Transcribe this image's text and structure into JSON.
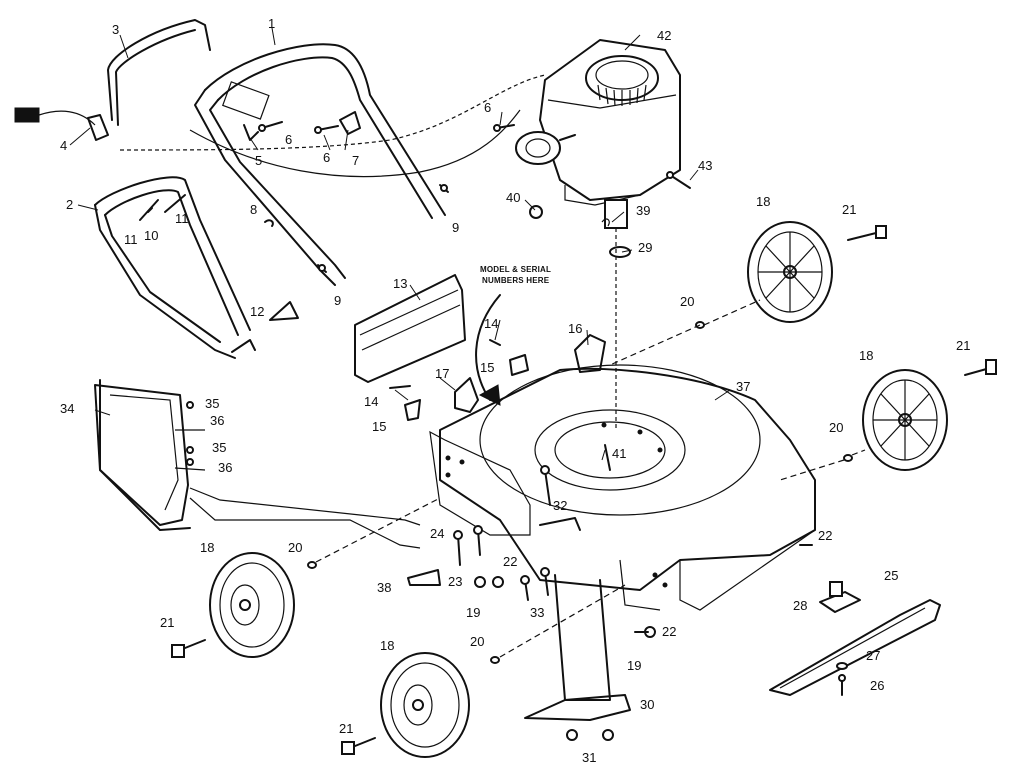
{
  "note": {
    "line1": "MODEL & SERIAL",
    "line2": "NUMBERS HERE"
  },
  "callouts": [
    {
      "id": "c1",
      "text": "1"
    },
    {
      "id": "c3",
      "text": "3"
    },
    {
      "id": "c2",
      "text": "2"
    },
    {
      "id": "c4",
      "text": "4"
    },
    {
      "id": "c5",
      "text": "5"
    },
    {
      "id": "c6a",
      "text": "6"
    },
    {
      "id": "c6b",
      "text": "6"
    },
    {
      "id": "c6c",
      "text": "6"
    },
    {
      "id": "c7",
      "text": "7"
    },
    {
      "id": "c8",
      "text": "8"
    },
    {
      "id": "c9a",
      "text": "9"
    },
    {
      "id": "c9b",
      "text": "9"
    },
    {
      "id": "c10",
      "text": "10"
    },
    {
      "id": "c11a",
      "text": "11"
    },
    {
      "id": "c11b",
      "text": "11"
    },
    {
      "id": "c12",
      "text": "12"
    },
    {
      "id": "c13",
      "text": "13"
    },
    {
      "id": "c14a",
      "text": "14"
    },
    {
      "id": "c14b",
      "text": "14"
    },
    {
      "id": "c15a",
      "text": "15"
    },
    {
      "id": "c15b",
      "text": "15"
    },
    {
      "id": "c16",
      "text": "16"
    },
    {
      "id": "c17",
      "text": "17"
    },
    {
      "id": "c18a",
      "text": "18"
    },
    {
      "id": "c18b",
      "text": "18"
    },
    {
      "id": "c18c",
      "text": "18"
    },
    {
      "id": "c18d",
      "text": "18"
    },
    {
      "id": "c19a",
      "text": "19"
    },
    {
      "id": "c19b",
      "text": "19"
    },
    {
      "id": "c20a",
      "text": "20"
    },
    {
      "id": "c20b",
      "text": "20"
    },
    {
      "id": "c20c",
      "text": "20"
    },
    {
      "id": "c20d",
      "text": "20"
    },
    {
      "id": "c21a",
      "text": "21"
    },
    {
      "id": "c21b",
      "text": "21"
    },
    {
      "id": "c21c",
      "text": "21"
    },
    {
      "id": "c21d",
      "text": "21"
    },
    {
      "id": "c22a",
      "text": "22"
    },
    {
      "id": "c22b",
      "text": "22"
    },
    {
      "id": "c22c",
      "text": "22"
    },
    {
      "id": "c23",
      "text": "23"
    },
    {
      "id": "c24",
      "text": "24"
    },
    {
      "id": "c25",
      "text": "25"
    },
    {
      "id": "c26",
      "text": "26"
    },
    {
      "id": "c27",
      "text": "27"
    },
    {
      "id": "c28",
      "text": "28"
    },
    {
      "id": "c29",
      "text": "29"
    },
    {
      "id": "c30",
      "text": "30"
    },
    {
      "id": "c31",
      "text": "31"
    },
    {
      "id": "c32",
      "text": "32"
    },
    {
      "id": "c33",
      "text": "33"
    },
    {
      "id": "c34",
      "text": "34"
    },
    {
      "id": "c35a",
      "text": "35"
    },
    {
      "id": "c35b",
      "text": "35"
    },
    {
      "id": "c36a",
      "text": "36"
    },
    {
      "id": "c36b",
      "text": "36"
    },
    {
      "id": "c37",
      "text": "37"
    },
    {
      "id": "c38",
      "text": "38"
    },
    {
      "id": "c39",
      "text": "39"
    },
    {
      "id": "c40",
      "text": "40"
    },
    {
      "id": "c41",
      "text": "41"
    },
    {
      "id": "c42",
      "text": "42"
    },
    {
      "id": "c43",
      "text": "43"
    }
  ]
}
